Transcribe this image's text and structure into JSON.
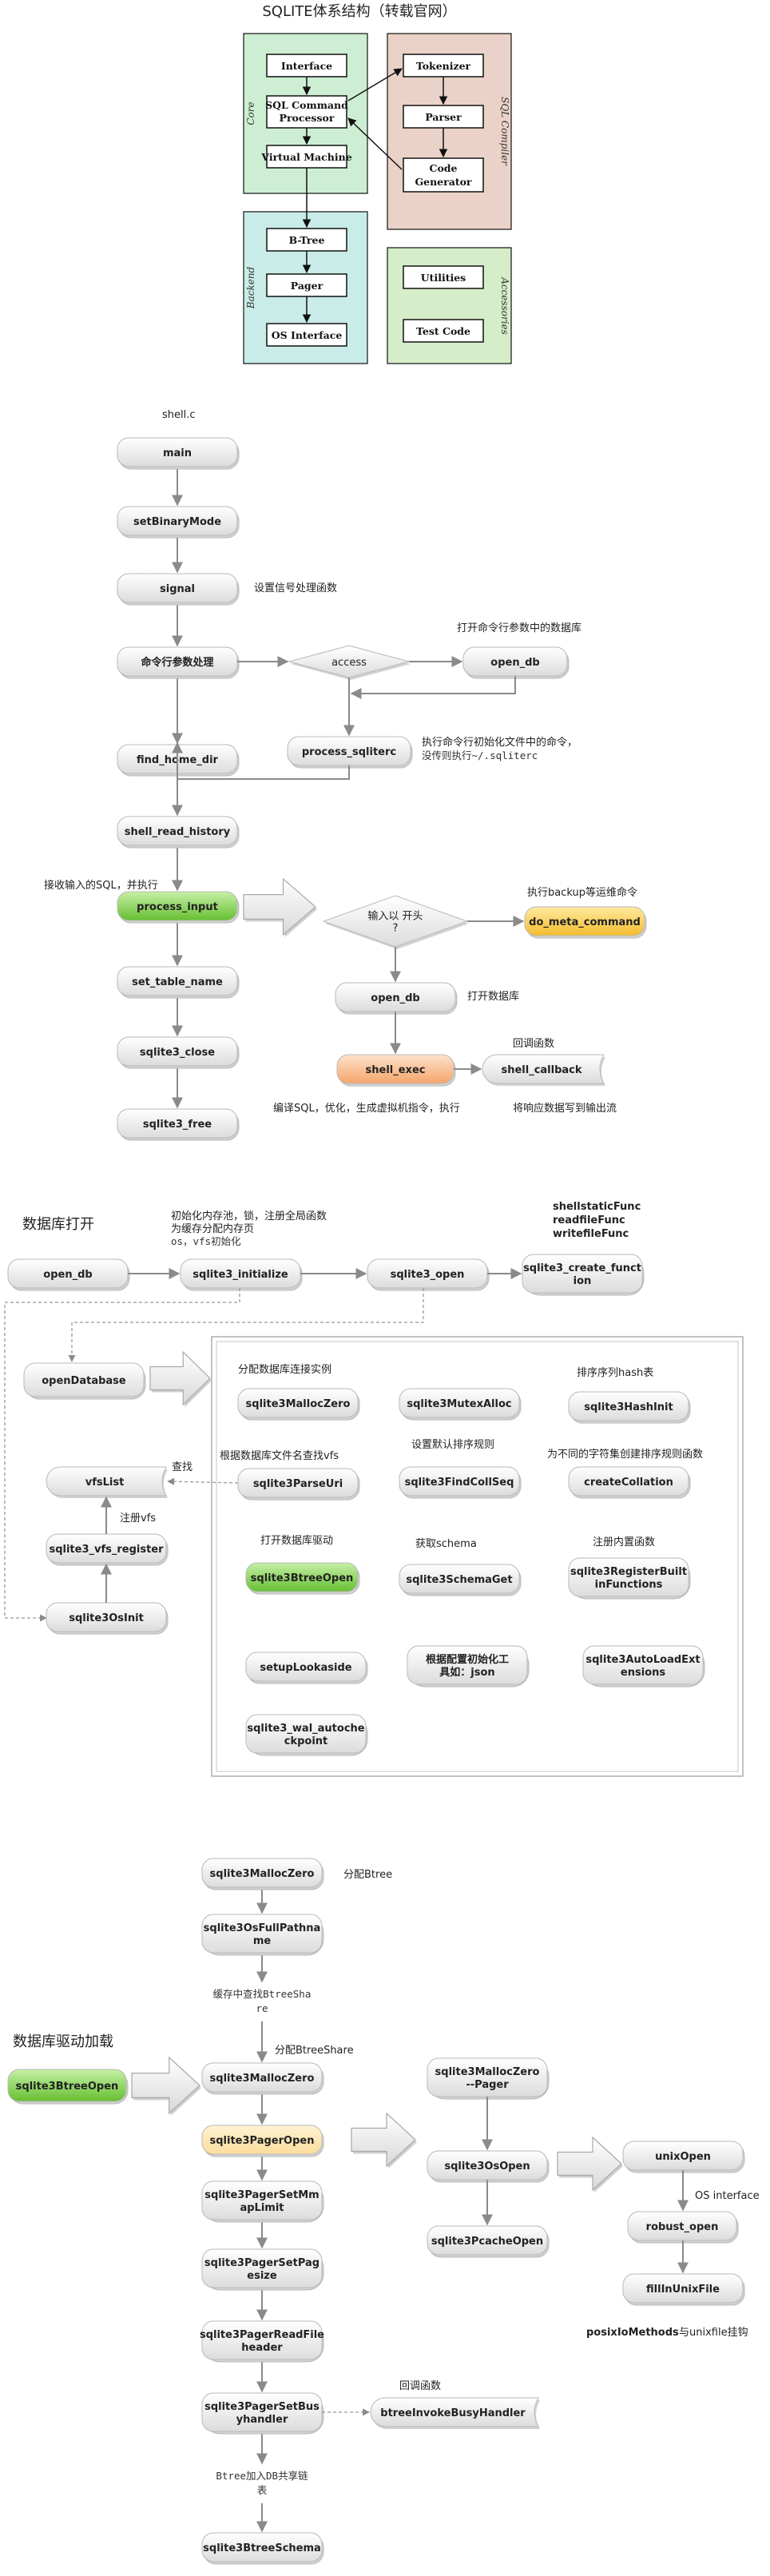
{
  "arch": {
    "title": "SQLITE体系结构（转载官网）",
    "groups": {
      "core": "Core",
      "compiler": "SQL Compiler",
      "backend": "Backend",
      "accessories": "Accessories"
    },
    "nodes": {
      "interface": "Interface",
      "sqlcmd1": "SQL Command",
      "sqlcmd2": "Processor",
      "vm": "Virtual Machine",
      "tokenizer": "Tokenizer",
      "parser": "Parser",
      "codegen1": "Code",
      "codegen2": "Generator",
      "btree": "B-Tree",
      "pager": "Pager",
      "os": "OS Interface",
      "utilities": "Utilities",
      "testcode": "Test Code"
    }
  },
  "shell": {
    "file": "shell.c",
    "nodes": {
      "main": "main",
      "setbinary": "setBinaryMode",
      "signal": "signal",
      "args": "命令行参数处理",
      "access": "access",
      "opendb1": "open_db",
      "processrc": "process_sqliterc",
      "findhome": "find_home_dir",
      "readhistory": "shell_read_history",
      "processinput": "process_input",
      "settable": "set_table_name",
      "close": "sqlite3_close",
      "free": "sqlite3_free",
      "decision1": "输入以 开头",
      "decision2": "?",
      "dometa": "do_meta_command",
      "opendb2": "open_db",
      "exec": "shell_exec",
      "callback": "shell_callback"
    },
    "notes": {
      "signal": "设置信号处理函数",
      "opendb": "打开命令行参数中的数据库",
      "rc1": "执行命令行初始化文件中的命令，",
      "rc2": "没传则执行~/.sqliterc",
      "input": "接收输入的SQL，并执行",
      "meta": "执行backup等运维命令",
      "opendb2": "打开数据库",
      "callback": "回调函数",
      "exec": "编译SQL，优化，生成虚拟机指令，执行",
      "write": "将响应数据写到输出流"
    }
  },
  "dbopen": {
    "title": "数据库打开",
    "nodes": {
      "opendb": "open_db",
      "init": "sqlite3_initialize",
      "open": "sqlite3_open",
      "cf1": "sqlite3_create_funct",
      "cf2": "ion",
      "opendatabase": "openDatabase",
      "vfslist": "vfsList",
      "vfsreg": "sqlite3_vfs_register",
      "osinit": "sqlite3OsInit",
      "malloczero": "sqlite3MallocZero",
      "mutexalloc": "sqlite3MutexAlloc",
      "hashinit": "sqlite3HashInit",
      "parseuri": "sqlite3ParseUri",
      "findcoll": "sqlite3FindCollSeq",
      "createcoll": "createCollation",
      "btreeopen": "sqlite3BtreeOpen",
      "schemaget": "sqlite3SchemaGet",
      "regbuiltin1": "sqlite3RegisterBuilt",
      "regbuiltin2": "inFunctions",
      "lookaside": "setupLookaside",
      "json1": "根据配置初始化工",
      "json2": "具如：json",
      "autoload1": "sqlite3AutoLoadExt",
      "autoload2": "ensions",
      "wal1": "sqlite3_wal_autoche",
      "wal2": "ckpoint"
    },
    "notes": {
      "init1": "初始化内存池，锁，注册全局函数",
      "init2": "为缓存分配内存页",
      "init3": "os，vfs初始化",
      "funcs1": "shellstaticFunc",
      "funcs2": "readfileFunc",
      "funcs3": "writefileFunc",
      "alloc": "分配数据库连接实例",
      "hash": "排序序列hash表",
      "find": "查找",
      "parseuri": "根据数据库文件名查找vfs",
      "coll": "设置默认排序规则",
      "createcoll": "为不同的字符集创建排序规则函数",
      "reg": "注册vfs",
      "btree": "打开数据库驱动",
      "schema": "获取schema",
      "builtin": "注册内置函数"
    }
  },
  "driver": {
    "title": "数据库驱动加载",
    "nodes": {
      "btreeopen": "sqlite3BtreeOpen",
      "malloc1": "sqlite3MallocZero",
      "full1": "sqlite3OsFullPathna",
      "full2": "me",
      "cache1": "缓存中查找BtreeSha",
      "cache2": "re",
      "malloc2": "sqlite3MallocZero",
      "pageropen": "sqlite3PagerOpen",
      "mmap1": "sqlite3PagerSetMm",
      "mmap2": "apLimit",
      "pagesize1": "sqlite3PagerSetPag",
      "pagesize2": "esize",
      "readhdr1": "sqlite3PagerReadFile",
      "readhdr2": "header",
      "busy1": "sqlite3PagerSetBus",
      "busy2": "yhandler",
      "busyhandler": "btreeInvokeBusyHandler",
      "share1": "Btree加入DB共享链",
      "share2": "表",
      "schema": "sqlite3BtreeSchema",
      "pmalloc1": "sqlite3MallocZero",
      "pmalloc2": "--Pager",
      "osopen": "sqlite3OsOpen",
      "pcache": "sqlite3PcacheOpen",
      "unixopen": "unixOpen",
      "robust": "robust_open",
      "fill": "fillInUnixFile"
    },
    "notes": {
      "btree": "分配Btree",
      "share": "分配BtreeShare",
      "callback": "回调函数",
      "os": "OS interface",
      "posix": "posixIoMethods",
      "posix2": "与unixfile挂钩"
    }
  },
  "colors": {
    "core": "#cdeed2",
    "compiler": "#ead2c8",
    "backend": "#c9ece8",
    "accessories": "#d5edc9",
    "green": "#8ed35c",
    "yellow": "#f7d15c",
    "orange": "#f7b88a",
    "cream": "#fde7b4",
    "red": "#e0115f"
  }
}
